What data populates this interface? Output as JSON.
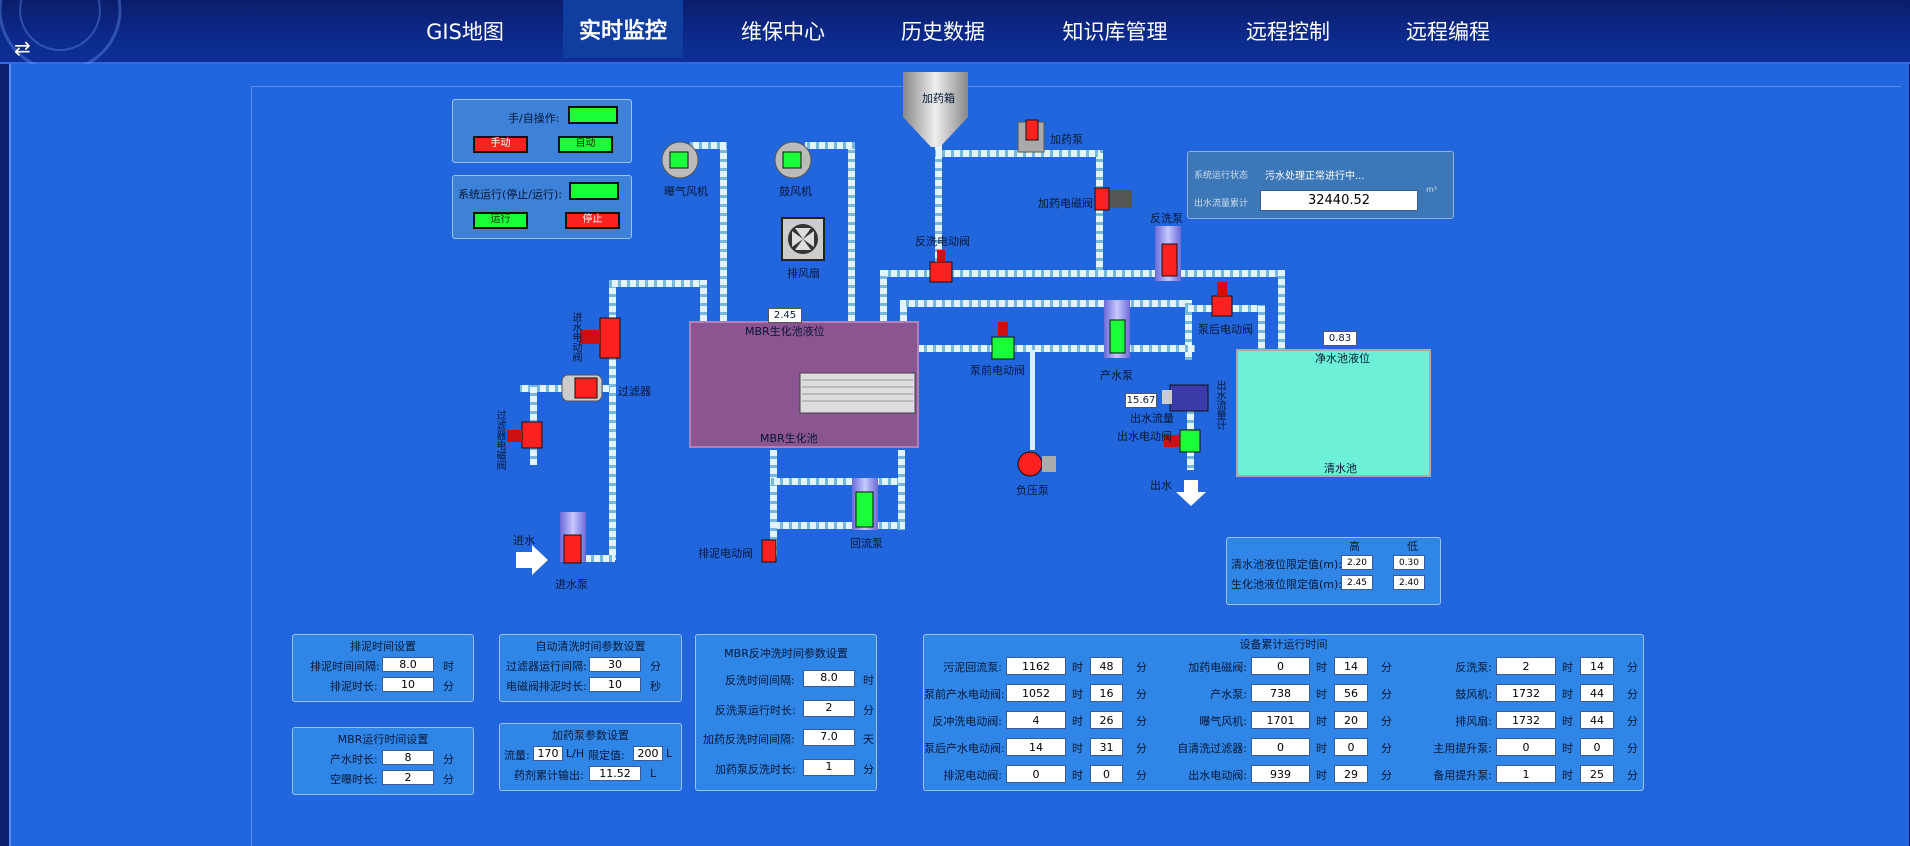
{
  "nav": {
    "items": [
      "GIS地图",
      "实时监控",
      "维保中心",
      "历史数据",
      "知识库管理",
      "远程控制",
      "远程编程"
    ],
    "active_index": 1
  },
  "colors": {
    "bg": "#2266dd",
    "running": "#19ff3a",
    "stopped": "#ff2020",
    "tank": "#6ef0d8",
    "mbr": "#8a5590"
  },
  "control": {
    "manual_auto_label": "手/自操作:",
    "manual_btn": "手动",
    "auto_btn": "自动",
    "run_stop_label": "系统运行(停止/运行):",
    "run_btn": "运行",
    "stop_btn": "停止"
  },
  "equipment": {
    "dosing_tank": "加药箱",
    "dosing_pump": "加药泵",
    "dosing_valve": "加药电磁阀",
    "aeration_fan": "曝气风机",
    "blower": "鼓风机",
    "exhaust_fan": "排风扇",
    "backwash_valve": "反洗电动阀",
    "backwash_pump": "反洗泵",
    "post_pump_valve": "泵后电动阀",
    "pre_pump_valve": "泵前电动阀",
    "product_pump": "产水泵",
    "negative_pump": "负压泵",
    "outflow_meter": "出水流量计",
    "outflow_label": "出水流量",
    "outflow_valve": "出水电动阀",
    "outflow": "出水",
    "clear_tank": "清水池",
    "clear_tank_level_label": "净水池液位",
    "clear_tank_level": "0.83",
    "mbr_tank": "MBR生化池",
    "mbr_level_label": "MBR生化池液位",
    "mbr_level": "2.45",
    "filter": "过滤器",
    "inlet_valve": "进水电动阀",
    "filter_flush_valve": "过滤器电磁阀",
    "inlet": "进水",
    "inlet_pump": "进水泵",
    "sludge_valve": "排泥电动阀",
    "return_pump": "回流泵",
    "outflow_value": "15.67"
  },
  "status": {
    "state_label": "系统运行状态",
    "state_value": "污水处理正常进行中...",
    "flow_label": "出水流量累计",
    "flow_value": "32440.52",
    "flow_unit": "m³"
  },
  "limits": {
    "high": "高",
    "low": "低",
    "rows": [
      {
        "label": "清水池液位限定值(m):",
        "high": "2.20",
        "low": "0.30"
      },
      {
        "label": "生化池液位限定值(m):",
        "high": "2.45",
        "low": "2.40"
      }
    ]
  },
  "sludge_time": {
    "title": "排泥时间设置",
    "rows": [
      {
        "label": "排泥时间间隔:",
        "value": "8.0",
        "unit": "时"
      },
      {
        "label": "排泥时长:",
        "value": "10",
        "unit": "分"
      }
    ]
  },
  "mbr_time": {
    "title": "MBR运行时间设置",
    "rows": [
      {
        "label": "产水时长:",
        "value": "8",
        "unit": "分"
      },
      {
        "label": "空曝时长:",
        "value": "2",
        "unit": "分"
      }
    ]
  },
  "auto_clean": {
    "title": "自动清洗时间参数设置",
    "rows": [
      {
        "label": "过滤器运行间隔:",
        "value": "30",
        "unit": "分"
      },
      {
        "label": "电磁阀排泥时长:",
        "value": "10",
        "unit": "秒"
      }
    ]
  },
  "dosing_params": {
    "title": "加药泵参数设置",
    "flow_label": "流量:",
    "flow_value": "170",
    "flow_unit": "L/H",
    "limit_label": "限定值:",
    "limit_value": "200",
    "limit_unit": "L",
    "total_label": "药剂累计输出:",
    "total_value": "11.52",
    "total_unit": "L"
  },
  "mbr_backwash": {
    "title": "MBR反冲洗时间参数设置",
    "rows": [
      {
        "label": "反洗时间间隔:",
        "value": "8.0",
        "unit": "时"
      },
      {
        "label": "反洗泵运行时长:",
        "value": "2",
        "unit": "分"
      },
      {
        "label": "加药反洗时间间隔:",
        "value": "7.0",
        "unit": "天"
      },
      {
        "label": "加药泵反洗时长:",
        "value": "1",
        "unit": "分"
      }
    ]
  },
  "runtime": {
    "title": "设备累计运行时间",
    "hour": "时",
    "minute": "分",
    "cols": [
      [
        {
          "label": "污泥回流泵:",
          "h": "1162",
          "m": "48"
        },
        {
          "label": "泵前产水电动阀:",
          "h": "1052",
          "m": "16"
        },
        {
          "label": "反冲洗电动阀:",
          "h": "4",
          "m": "26"
        },
        {
          "label": "泵后产水电动阀:",
          "h": "14",
          "m": "31"
        },
        {
          "label": "排泥电动阀:",
          "h": "0",
          "m": "0"
        }
      ],
      [
        {
          "label": "加药电磁阀:",
          "h": "0",
          "m": "14"
        },
        {
          "label": "产水泵:",
          "h": "738",
          "m": "56"
        },
        {
          "label": "曝气风机:",
          "h": "1701",
          "m": "20"
        },
        {
          "label": "自清洗过滤器:",
          "h": "0",
          "m": "0"
        },
        {
          "label": "出水电动阀:",
          "h": "939",
          "m": "29"
        }
      ],
      [
        {
          "label": "反洗泵:",
          "h": "2",
          "m": "14"
        },
        {
          "label": "鼓风机:",
          "h": "1732",
          "m": "44"
        },
        {
          "label": "排风扇:",
          "h": "1732",
          "m": "44"
        },
        {
          "label": "主用提升泵:",
          "h": "0",
          "m": "0"
        },
        {
          "label": "备用提升泵:",
          "h": "1",
          "m": "25"
        }
      ]
    ]
  }
}
